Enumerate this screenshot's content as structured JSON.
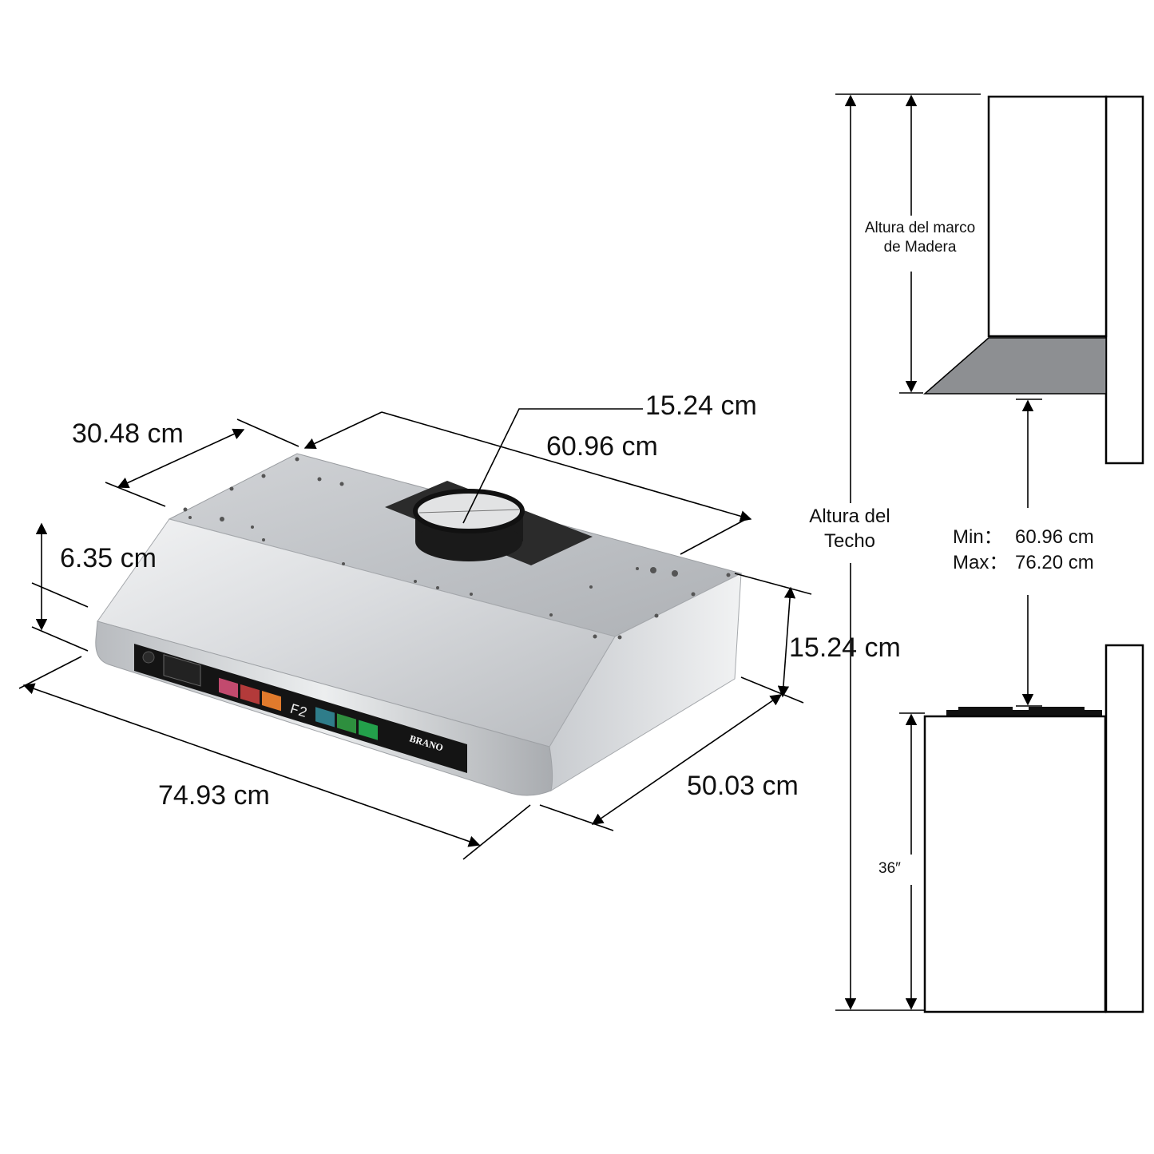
{
  "dimensions": {
    "duct_diameter": "15.24 cm",
    "depth_top": "30.48 cm",
    "width_top": "60.96 cm",
    "front_height": "6.35 cm",
    "side_height": "15.24 cm",
    "width_bottom": "74.93 cm",
    "depth_bottom": "50.03 cm"
  },
  "install": {
    "cabinet_label_line1": "Altura del marco",
    "cabinet_label_line2": "de Madera",
    "ceiling_label_line1": "Altura del",
    "ceiling_label_line2": "Techo",
    "min_label": "Min：",
    "min_value": "60.96 cm",
    "max_label": "Max：",
    "max_value": "76.20 cm",
    "counter_height": "36″"
  },
  "product": {
    "brand": "BRANO",
    "display_code": "F2"
  },
  "colors": {
    "steel_light": "#e6e7e9",
    "steel_mid": "#c3c6ca",
    "steel_dark": "#9a9ea3",
    "panel": "#141414",
    "duct": "#1a1a1a",
    "hood_side": "#8d8f92"
  }
}
